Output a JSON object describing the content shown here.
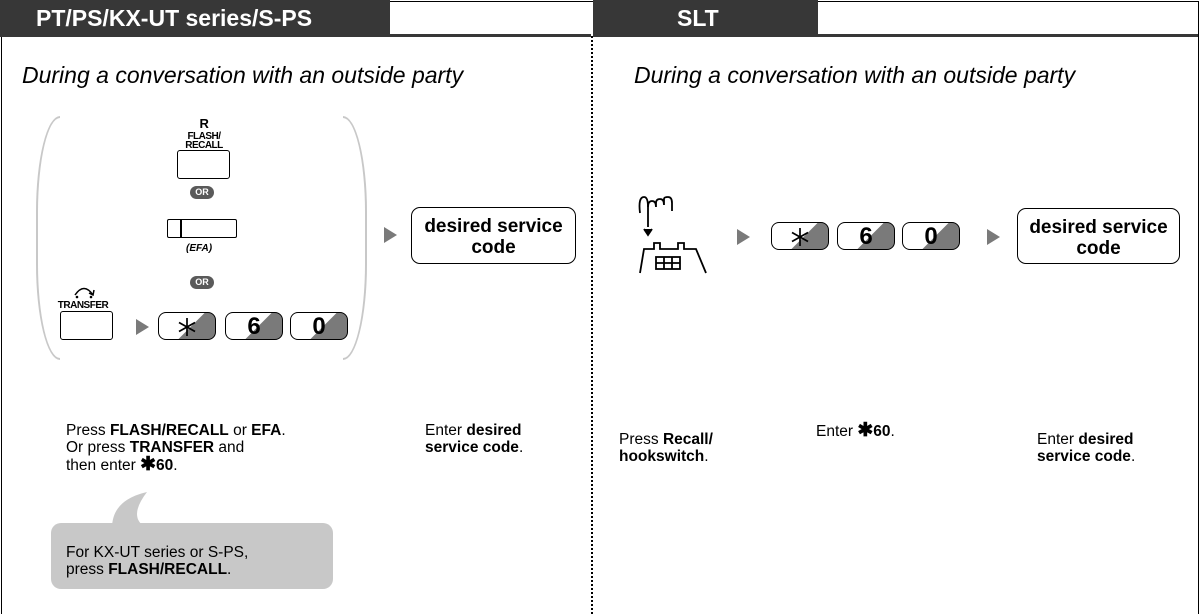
{
  "left": {
    "tab_label": "PT/PS/KX-UT series/S-PS",
    "subtitle": "During a conversation with an outside party",
    "flash_key_label_r": "R",
    "flash_key_label_1": "FLASH/",
    "flash_key_label_2": "RECALL",
    "or_label": "OR",
    "efa_label": "(EFA)",
    "transfer_label": "TRANSFER",
    "keys": [
      "6",
      "0"
    ],
    "code_box": {
      "line1": "desired service",
      "line2": "code"
    },
    "caption1": {
      "t1": "Press ",
      "b1": "FLASH/RECALL",
      "t2": " or ",
      "b2": "EFA",
      "t3": ".",
      "t4": "Or press ",
      "b3": "TRANSFER",
      "t5": " and",
      "t6": "then enter ",
      "b4": "60",
      "t7": "."
    },
    "caption2": {
      "t1": "Enter ",
      "b1": "desired",
      "b2": "service code",
      "t2": "."
    },
    "bubble": {
      "line1": "For KX-UT series or S-PS,",
      "t1": "press ",
      "b1": "FLASH/RECALL",
      "t2": "."
    }
  },
  "right": {
    "tab_label": "SLT",
    "subtitle": "During a conversation with an outside party",
    "keys": [
      "6",
      "0"
    ],
    "code_box": {
      "line1": "desired service",
      "line2": "code"
    },
    "caption1": {
      "t1": "Press ",
      "b1": "Recall/",
      "b2": "hookswitch",
      "t2": "."
    },
    "caption2": {
      "t1": "Enter ",
      "b1": "60",
      "t2": "."
    },
    "caption3": {
      "t1": "Enter ",
      "b1": "desired",
      "b2": "service code",
      "t2": "."
    }
  },
  "colors": {
    "tab_bg": "#373737",
    "arrow": "#7a7a7a",
    "paren": "#c8c8c8",
    "bubble": "#c8c8c8"
  }
}
